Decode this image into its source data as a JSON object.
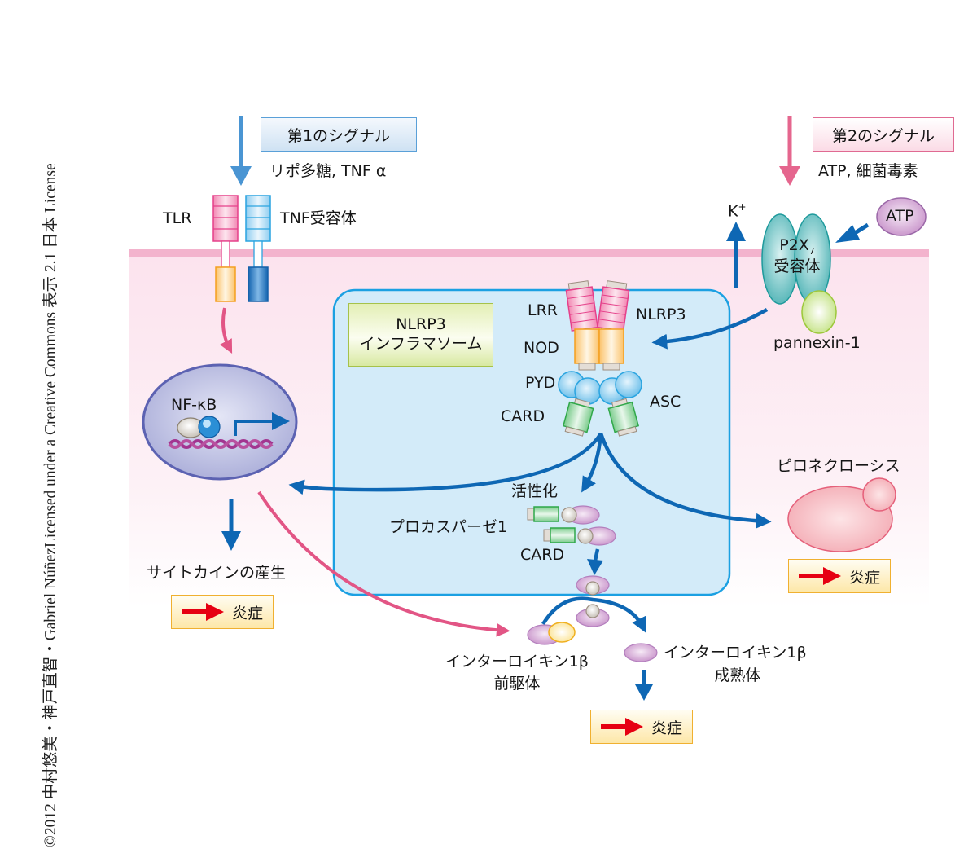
{
  "copyright": "©2012 中村悠美・神戸直智・Gabriel NúñezLicensed under a Creative Commons 表示 2.1 日本 License",
  "signal1": {
    "title": "第1のシグナル",
    "ligands": "リポ多糖, TNF α",
    "receptor_left": "TLR",
    "receptor_right": "TNF受容体"
  },
  "signal2": {
    "title": "第2のシグナル",
    "ligands": "ATP, 細菌毒素",
    "k_ion": "K",
    "k_charge": "+",
    "atp": "ATP",
    "p2x7_line1": "P2X",
    "p2x7_sub": "7",
    "p2x7_line2": "受容体",
    "pannexin": "pannexin-1"
  },
  "inflammasome": {
    "title_line1": "NLRP3",
    "title_line2": "インフラマソーム",
    "domains": {
      "lrr": "LRR",
      "nlrp3": "NLRP3",
      "nod": "NOD",
      "pyd": "PYD",
      "asc": "ASC",
      "card": "CARD"
    },
    "activation": "活性化",
    "procaspase": "プロカスパーゼ1",
    "procaspase_card": "CARD"
  },
  "nucleus": {
    "nfkb": "NF-κB"
  },
  "outcomes": {
    "cytokine": "サイトカインの産生",
    "pyroptosis": "ピロネクローシス",
    "il1b_precursor_line1": "インターロイキン1β",
    "il1b_precursor_line2": "前駆体",
    "il1b_mature_line1": "インターロイキン1β",
    "il1b_mature_line2": "成熟体",
    "inflammation": "炎症"
  },
  "colors": {
    "signal1_blue": "#4a95d3",
    "signal2_pink": "#e5668e",
    "arrow_blue": "#0e67b4",
    "arrow_pink": "#e25585",
    "inflammation_red": "#e60012",
    "membrane": "#f3b3cd",
    "cytoplasm": "#fce4ee",
    "inflammasome_bg": "#d3ebf9",
    "inflammasome_border": "#1ba0e2"
  }
}
